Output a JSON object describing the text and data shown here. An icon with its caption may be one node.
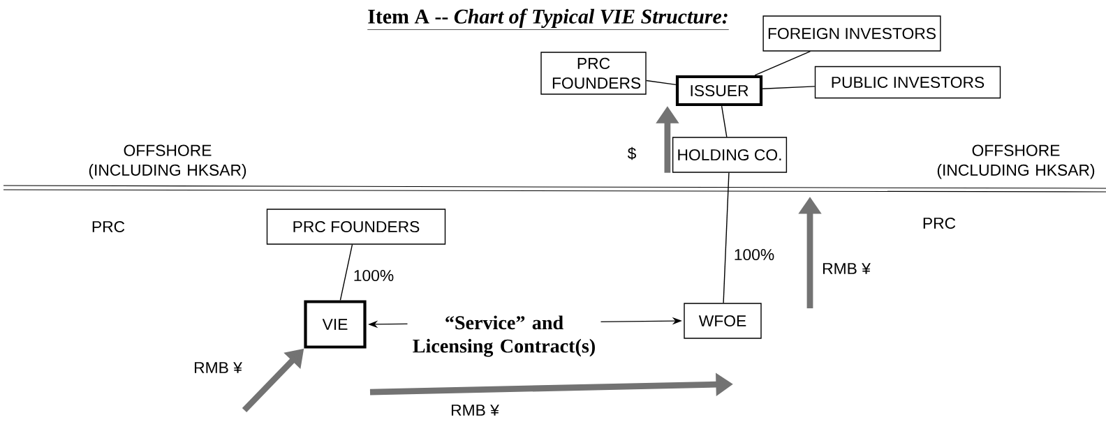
{
  "diagram": {
    "title": "Item A -- *Chart of Typical VIE Structure:*",
    "nodes": [
      {
        "text": [
          "ISSUER"
        ]
      },
      {
        "text": [
          "FOREIGN INVESTORS"
        ]
      },
      {
        "text": [
          "PRC FOUNDERS"
        ]
      },
      {
        "text": [
          "PUBLIC INVESTORS"
        ]
      },
      {
        "text": [
          "HOLDING CO."
        ]
      },
      {
        "text": [
          "PRC FOUNDERS"
        ]
      },
      {
        "text": [
          "VIE"
        ]
      },
      {
        "text": [
          "WFOE"
        ]
      }
    ],
    "edges": [
      {
        "from": 2,
        "to": 0,
        "arrow": "none"
      },
      {
        "from": 1,
        "to": 0,
        "arrow": "none"
      },
      {
        "from": 3,
        "to": 0,
        "arrow": "none"
      },
      {
        "from": 0,
        "to": 4,
        "arrow": "none"
      },
      {
        "from": 4,
        "to": 7,
        "arrow": "none",
        "label": "100%"
      },
      {
        "from": 5,
        "to": 6,
        "arrow": "none",
        "label": "100%"
      },
      {
        "from": 6,
        "to": 7,
        "arrow": "both",
        "label": "“Service” and Licensing Contract(s)"
      },
      {
        "from": 6,
        "to": 7,
        "arrow": "to",
        "style": "thick",
        "color": "#737373",
        "label": "RMB ¥"
      },
      {
        "from": null,
        "to": 6,
        "arrow": "to",
        "style": "thick",
        "color": "#737373",
        "label": "RMB ¥"
      },
      {
        "from": 4,
        "to": 0,
        "arrow": "to",
        "style": "thick",
        "color": "#737373",
        "label": "$"
      }
    ],
    "labels": [
      "OFFSHORE (INCLUDING HKSAR)",
      "OFFSHORE (INCLUDING HKSAR)",
      "PRC",
      "PRC",
      "RMB ¥"
    ]
  }
}
